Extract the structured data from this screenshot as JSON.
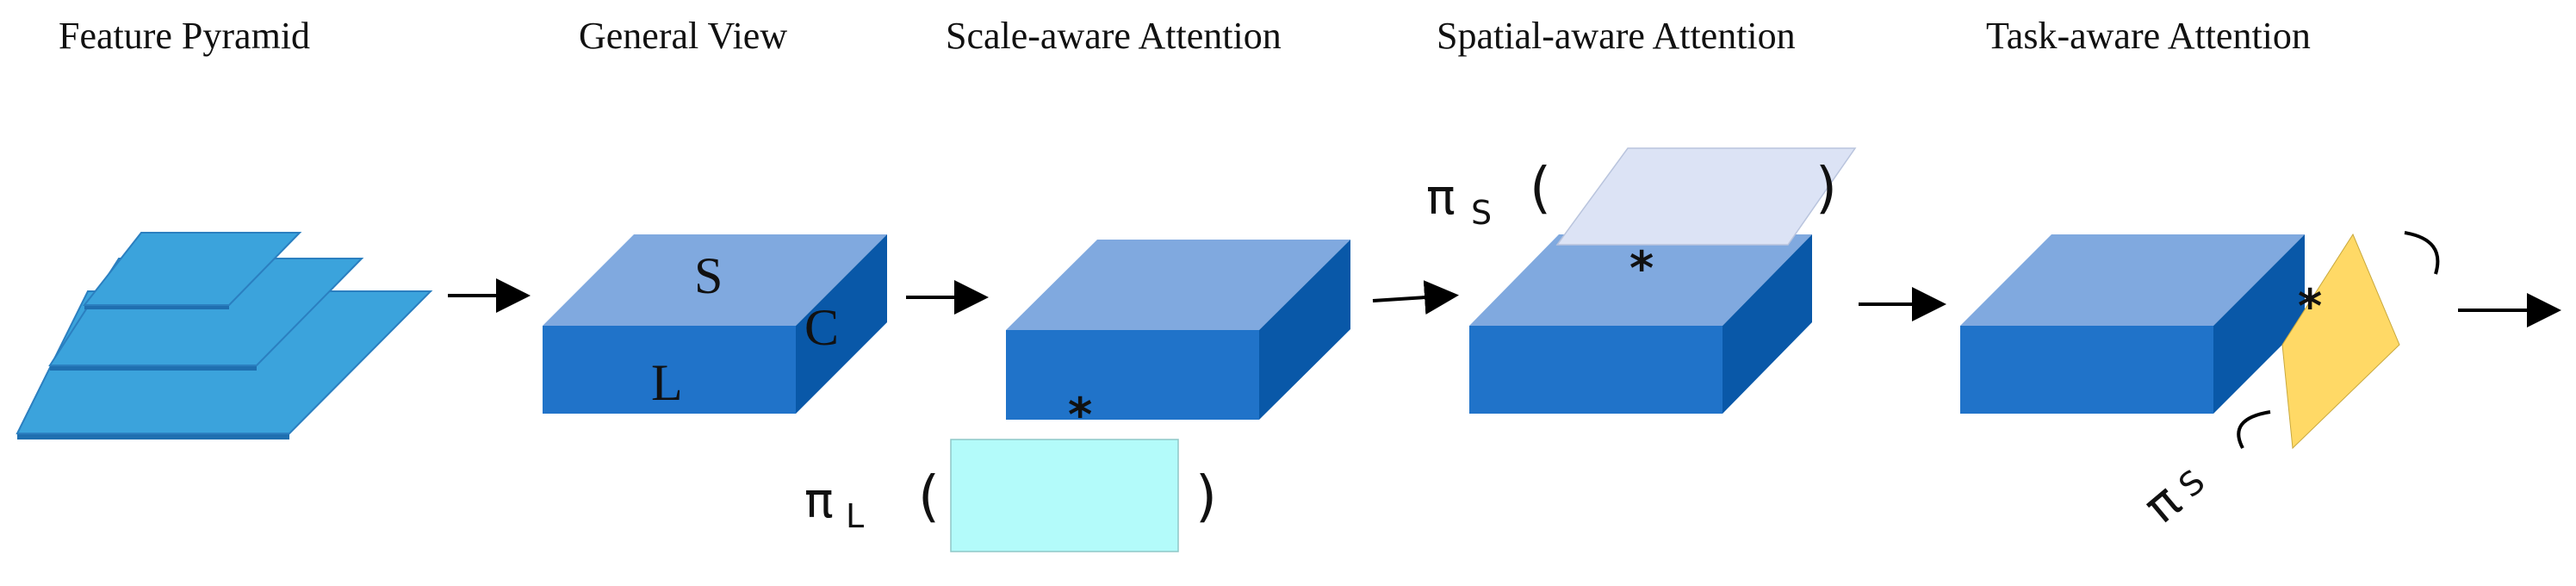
{
  "headings": {
    "feature_pyramid": "Feature Pyramid",
    "general_view": "General View",
    "scale_aware": "Scale-aware Attention",
    "spatial_aware": "Spatial-aware Attention",
    "task_aware": "Task-aware Attention"
  },
  "axes": {
    "s": "S",
    "c": "C",
    "l": "L"
  },
  "symbols": {
    "pi": "π",
    "sub_l": "L",
    "sub_s": "S",
    "sub_s2": "S",
    "open_paren": "(",
    "close_paren": ")",
    "star": "*"
  },
  "colors": {
    "pyramid_top": "#3BA3DC",
    "pyramid_edge": "#1F6FB0",
    "cube_top": "#80A9DF",
    "cube_front": "#2073C9",
    "cube_side": "#0958A8",
    "pi_l_box": "#B3FBFA",
    "pi_s_plane": "#DCE3F5",
    "pi_c_plane": "#FFD966",
    "arrow": "#000000"
  }
}
